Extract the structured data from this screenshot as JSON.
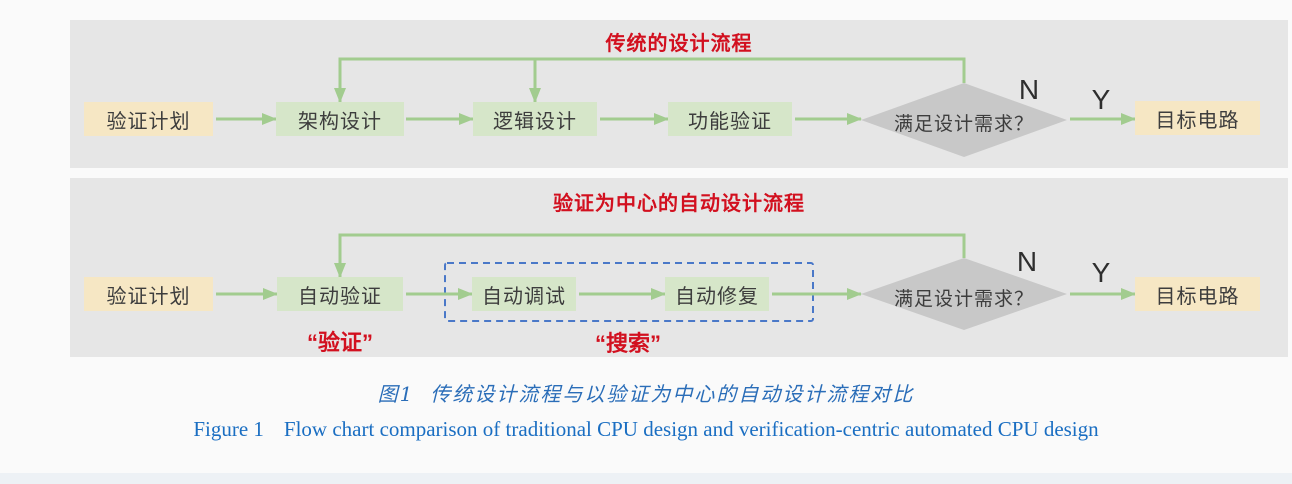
{
  "palette": {
    "page_bg": "#fafafa",
    "panel_bg": "#e6e6e6",
    "node_green": "#d6e6c9",
    "node_yellow": "#f6e7c4",
    "diamond_gray": "#c8c8c8",
    "arrow_green": "#a2cc8f",
    "accent_red": "#d2101f",
    "dashed_blue": "#4a78c8",
    "caption_blue_zh": "#2a6db8",
    "caption_blue_en": "#1a6ec2",
    "node_text": "#3d3d3d",
    "label_dark": "#2e2e2e",
    "footer_band": "#edf1f5"
  },
  "panels": [
    {
      "title": "传统的设计流程",
      "nodes": [
        "验证计划",
        "架构设计",
        "逻辑设计",
        "功能验证"
      ],
      "decision": "满足设计需求？",
      "end_node": "目标电路",
      "no_label": "N",
      "yes_label": "Y"
    },
    {
      "title": "验证为中心的自动设计流程",
      "nodes": [
        "验证计划",
        "自动验证",
        "自动调试",
        "自动修复"
      ],
      "decision": "满足设计需求？",
      "end_node": "目标电路",
      "no_label": "N",
      "yes_label": "Y",
      "annotations": {
        "verify": "“验证”",
        "search": "“搜索”"
      }
    }
  ],
  "caption": {
    "zh_label": "图1",
    "zh_text": "传统设计流程与以验证为中心的自动设计流程对比",
    "en_label": "Figure 1",
    "en_text": "Flow chart comparison of traditional CPU design and verification-centric automated CPU design"
  }
}
